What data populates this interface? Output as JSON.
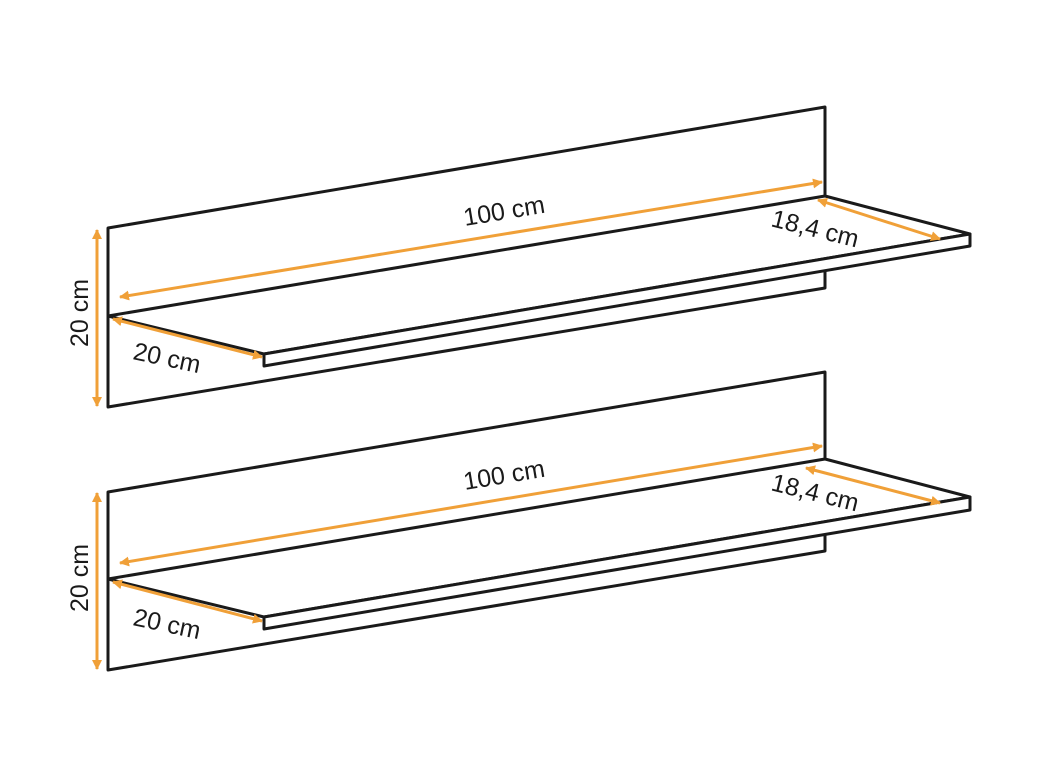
{
  "colors": {
    "outline": "#1a1a1a",
    "dimension_arrow": "#f0a038",
    "background": "#ffffff"
  },
  "shelves": [
    {
      "name": "upper-shelf",
      "labels": {
        "length": "100 cm",
        "back_depth": "18,4 cm",
        "height": "20 cm",
        "front_depth": "20 cm"
      }
    },
    {
      "name": "lower-shelf",
      "labels": {
        "length": "100 cm",
        "back_depth": "18,4 cm",
        "height": "20 cm",
        "front_depth": "20 cm"
      }
    }
  ]
}
